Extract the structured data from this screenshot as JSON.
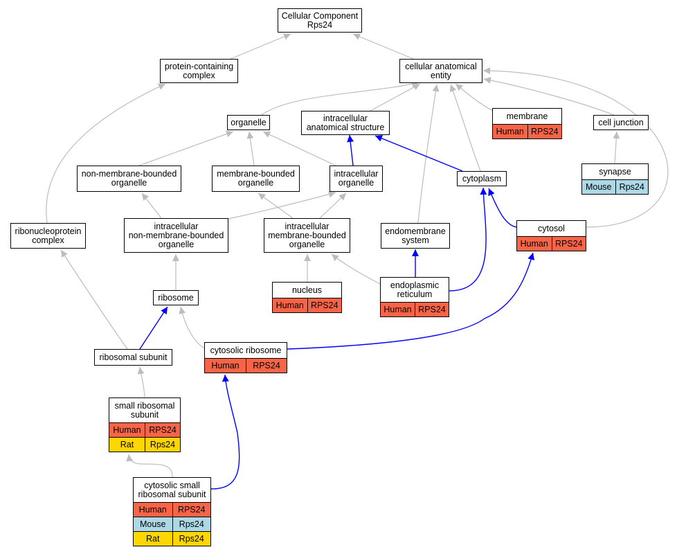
{
  "colors": {
    "is_a_edge": "#bdbdbd",
    "part_of_edge": "#0000ff",
    "Human": "#fa6446",
    "Mouse": "#add8e6",
    "Rat": "#ffd600"
  },
  "nodes": {
    "cellular_component": {
      "label": "Cellular Component\nRps24",
      "annotations": []
    },
    "protein_containing_complex": {
      "label": "protein-containing\ncomplex",
      "annotations": []
    },
    "cellular_anatomical_entity": {
      "label": "cellular anatomical\nentity",
      "annotations": []
    },
    "organelle": {
      "label": "organelle",
      "annotations": []
    },
    "intracellular_anatomical_structure": {
      "label": "intracellular\nanatomical structure",
      "annotations": []
    },
    "membrane": {
      "label": "membrane",
      "annotations": [
        {
          "species": "Human",
          "gene": "RPS24"
        }
      ]
    },
    "cell_junction": {
      "label": "cell junction",
      "annotations": []
    },
    "non_membrane_bounded_organelle": {
      "label": "non-membrane-bounded\norganelle",
      "annotations": []
    },
    "membrane_bounded_organelle": {
      "label": "membrane-bounded\norganelle",
      "annotations": []
    },
    "intracellular_organelle": {
      "label": "intracellular\norganelle",
      "annotations": []
    },
    "cytoplasm": {
      "label": "cytoplasm",
      "annotations": []
    },
    "synapse": {
      "label": "synapse",
      "annotations": [
        {
          "species": "Mouse",
          "gene": "Rps24"
        }
      ]
    },
    "ribonucleoprotein_complex": {
      "label": "ribonucleoprotein\ncomplex",
      "annotations": []
    },
    "intracellular_non_membrane_bounded_organelle": {
      "label": "intracellular\nnon-membrane-bounded\norganelle",
      "annotations": []
    },
    "intracellular_membrane_bounded_organelle": {
      "label": "intracellular\nmembrane-bounded\norganelle",
      "annotations": []
    },
    "endomembrane_system": {
      "label": "endomembrane\nsystem",
      "annotations": []
    },
    "cytosol": {
      "label": "cytosol",
      "annotations": [
        {
          "species": "Human",
          "gene": "RPS24"
        }
      ]
    },
    "nucleus": {
      "label": "nucleus",
      "annotations": [
        {
          "species": "Human",
          "gene": "RPS24"
        }
      ]
    },
    "endoplasmic_reticulum": {
      "label": "endoplasmic\nreticulum",
      "annotations": [
        {
          "species": "Human",
          "gene": "RPS24"
        }
      ]
    },
    "ribosome": {
      "label": "ribosome",
      "annotations": []
    },
    "ribosomal_subunit": {
      "label": "ribosomal subunit",
      "annotations": []
    },
    "cytosolic_ribosome": {
      "label": "cytosolic ribosome",
      "annotations": [
        {
          "species": "Human",
          "gene": "RPS24"
        }
      ]
    },
    "small_ribosomal_subunit": {
      "label": "small ribosomal\nsubunit",
      "annotations": [
        {
          "species": "Human",
          "gene": "RPS24"
        },
        {
          "species": "Rat",
          "gene": "Rps24"
        }
      ]
    },
    "cytosolic_small_ribosomal_subunit": {
      "label": "cytosolic small\nribosomal subunit",
      "annotations": [
        {
          "species": "Human",
          "gene": "RPS24"
        },
        {
          "species": "Mouse",
          "gene": "Rps24"
        },
        {
          "species": "Rat",
          "gene": "Rps24"
        }
      ]
    }
  },
  "edges": [
    {
      "from": "protein_containing_complex",
      "to": "cellular_component",
      "relation": "is_a"
    },
    {
      "from": "cellular_anatomical_entity",
      "to": "cellular_component",
      "relation": "is_a"
    },
    {
      "from": "organelle",
      "to": "cellular_anatomical_entity",
      "relation": "is_a"
    },
    {
      "from": "intracellular_anatomical_structure",
      "to": "cellular_anatomical_entity",
      "relation": "is_a"
    },
    {
      "from": "membrane",
      "to": "cellular_anatomical_entity",
      "relation": "is_a"
    },
    {
      "from": "cell_junction",
      "to": "cellular_anatomical_entity",
      "relation": "is_a"
    },
    {
      "from": "cytoplasm",
      "to": "cellular_anatomical_entity",
      "relation": "is_a"
    },
    {
      "from": "endomembrane_system",
      "to": "cellular_anatomical_entity",
      "relation": "is_a"
    },
    {
      "from": "cytosol",
      "to": "cellular_anatomical_entity",
      "relation": "is_a"
    },
    {
      "from": "synapse",
      "to": "cell_junction",
      "relation": "is_a"
    },
    {
      "from": "non_membrane_bounded_organelle",
      "to": "organelle",
      "relation": "is_a"
    },
    {
      "from": "membrane_bounded_organelle",
      "to": "organelle",
      "relation": "is_a"
    },
    {
      "from": "intracellular_organelle",
      "to": "organelle",
      "relation": "is_a"
    },
    {
      "from": "intracellular_organelle",
      "to": "intracellular_anatomical_structure",
      "relation": "part_of"
    },
    {
      "from": "cytoplasm",
      "to": "intracellular_anatomical_structure",
      "relation": "part_of"
    },
    {
      "from": "ribonucleoprotein_complex",
      "to": "protein_containing_complex",
      "relation": "is_a"
    },
    {
      "from": "intracellular_non_membrane_bounded_organelle",
      "to": "non_membrane_bounded_organelle",
      "relation": "is_a"
    },
    {
      "from": "intracellular_non_membrane_bounded_organelle",
      "to": "intracellular_organelle",
      "relation": "is_a"
    },
    {
      "from": "intracellular_membrane_bounded_organelle",
      "to": "membrane_bounded_organelle",
      "relation": "is_a"
    },
    {
      "from": "intracellular_membrane_bounded_organelle",
      "to": "intracellular_organelle",
      "relation": "is_a"
    },
    {
      "from": "cytosol",
      "to": "cytoplasm",
      "relation": "part_of"
    },
    {
      "from": "nucleus",
      "to": "intracellular_membrane_bounded_organelle",
      "relation": "is_a"
    },
    {
      "from": "endoplasmic_reticulum",
      "to": "intracellular_membrane_bounded_organelle",
      "relation": "is_a"
    },
    {
      "from": "endoplasmic_reticulum",
      "to": "endomembrane_system",
      "relation": "part_of"
    },
    {
      "from": "endoplasmic_reticulum",
      "to": "cytoplasm",
      "relation": "part_of"
    },
    {
      "from": "ribosome",
      "to": "intracellular_non_membrane_bounded_organelle",
      "relation": "is_a"
    },
    {
      "from": "ribosomal_subunit",
      "to": "ribonucleoprotein_complex",
      "relation": "is_a"
    },
    {
      "from": "ribosomal_subunit",
      "to": "ribosome",
      "relation": "part_of"
    },
    {
      "from": "cytosolic_ribosome",
      "to": "ribosome",
      "relation": "is_a"
    },
    {
      "from": "cytosolic_ribosome",
      "to": "cytosol",
      "relation": "part_of"
    },
    {
      "from": "small_ribosomal_subunit",
      "to": "ribosomal_subunit",
      "relation": "is_a"
    },
    {
      "from": "cytosolic_small_ribosomal_subunit",
      "to": "small_ribosomal_subunit",
      "relation": "is_a"
    },
    {
      "from": "cytosolic_small_ribosomal_subunit",
      "to": "cytosolic_ribosome",
      "relation": "part_of"
    }
  ]
}
